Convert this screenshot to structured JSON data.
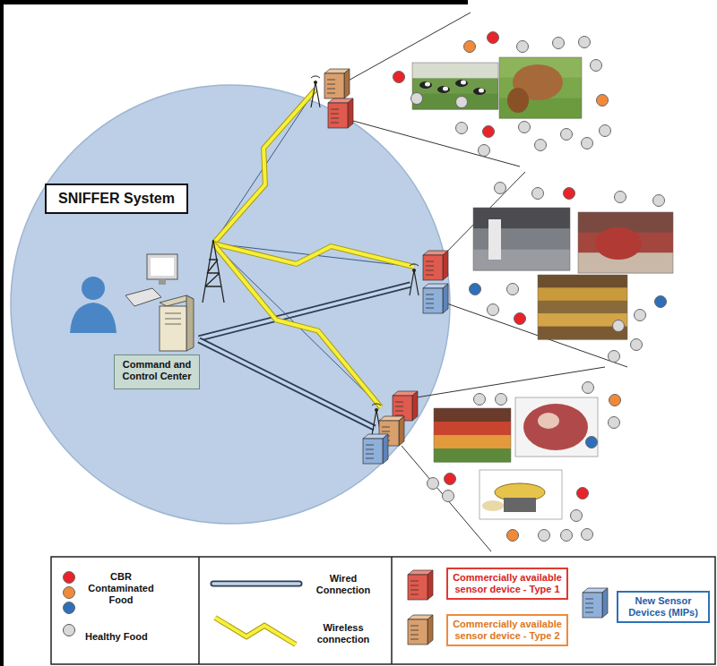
{
  "diagram": {
    "nodes": [
      {
        "text": [
          "SNIFFER System"
        ]
      },
      {
        "text": [
          "Command and Control Center"
        ]
      }
    ],
    "legend": [
      {
        "text": "CBR Contaminated Food"
      },
      {
        "text": "Healthy Food",
        "color": "#d9d9d9"
      },
      {
        "text": "Wired Connection"
      },
      {
        "text": "Wireless connection"
      },
      {
        "text": "Commercially available sensor device - Type 1"
      },
      {
        "text": "Commercially available sensor device - Type 2"
      },
      {
        "text": "New Sensor Devices (MIPs)"
      }
    ]
  }
}
